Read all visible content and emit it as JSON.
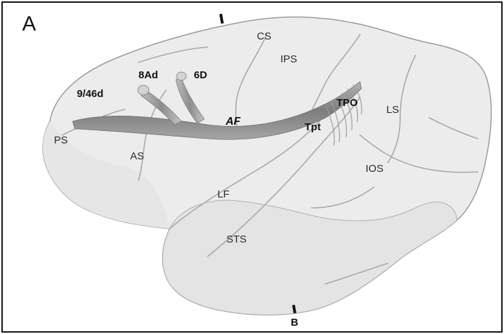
{
  "figure": {
    "panel_label": "A",
    "section_marker": "B",
    "labels": {
      "cs": "CS",
      "ips": "IPS",
      "a8ad": "8Ad",
      "a6d": "6D",
      "a946d": "9/46d",
      "tpo": "TPO",
      "ls": "LS",
      "ps": "PS",
      "af": "AF",
      "tpt": "Tpt",
      "as": "AS",
      "ios": "IOS",
      "lf": "LF",
      "sts": "STS"
    },
    "colors": {
      "brain_fill": "#ececec",
      "sulcus_line": "#a8a8a8",
      "fiber_dark": "#8a8a8a",
      "fiber_light": "#c9c9c9",
      "border": "#111111"
    }
  }
}
